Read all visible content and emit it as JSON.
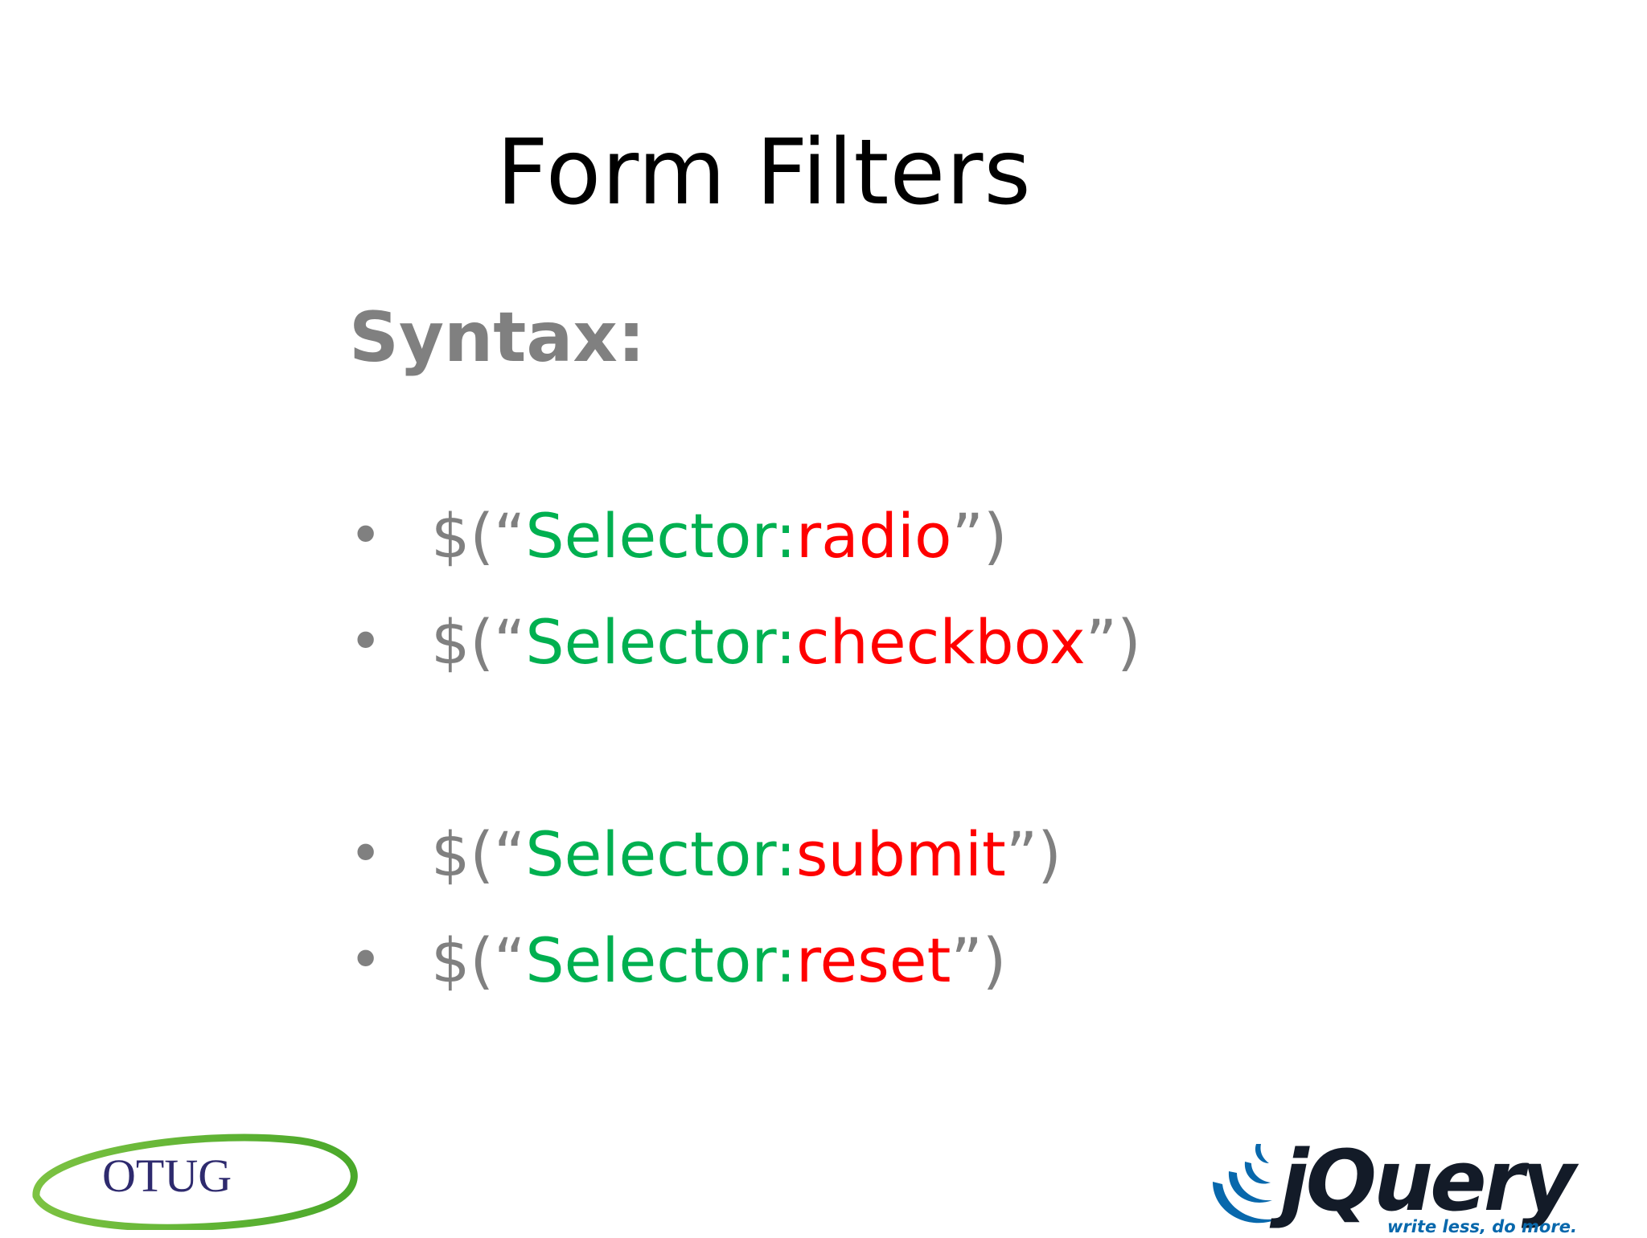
{
  "slide": {
    "title": "Form Filters",
    "section_label": "Syntax:"
  },
  "bullets": [
    {
      "prefix": "$(“",
      "selector": "Selector:",
      "filter": "radio",
      "suffix": "”)"
    },
    {
      "prefix": "$(“",
      "selector": "Selector:",
      "filter": "checkbox",
      "suffix": "”)"
    },
    {
      "prefix": "$(“",
      "selector": "Selector:",
      "filter": "submit",
      "suffix": "”)"
    },
    {
      "prefix": "$(“",
      "selector": "Selector:",
      "filter": "reset",
      "suffix": "”)"
    }
  ],
  "bullet_glyph": "•",
  "colors": {
    "punctuation": "#808080",
    "selector": "#00b050",
    "filter": "#ff0000",
    "otug_green": "#5cb531",
    "otug_text": "#2e2a6e",
    "jquery_dark": "#131b28",
    "jquery_blue": "#0868ac"
  },
  "logos": {
    "otug": {
      "text": "OTUG",
      "icon": "otug-logo"
    },
    "jquery": {
      "text": "jQuery",
      "tagline": "write less, do more.",
      "icon": "jquery-logo"
    }
  }
}
